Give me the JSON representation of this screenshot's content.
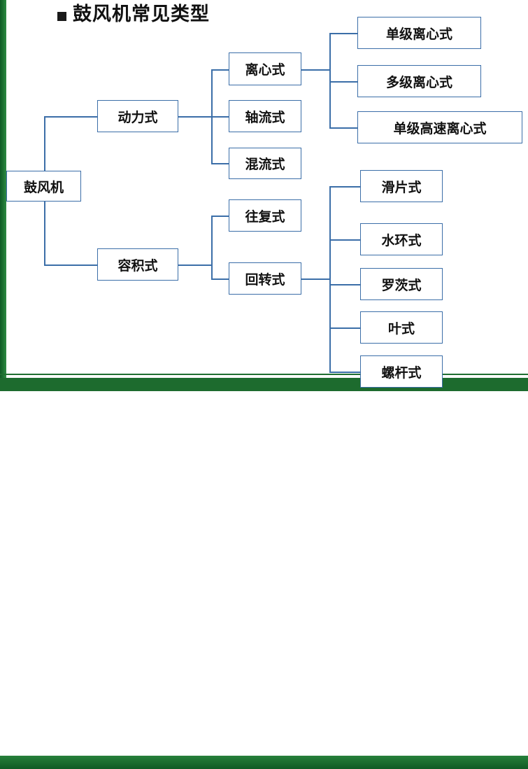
{
  "slide": {
    "title": "鼓风机常见类型",
    "bullet_icon": "square-bullet-icon",
    "accent_color": "#1d6b2e",
    "node_border_color": "#3b6ea8",
    "background_color": "#ffffff"
  },
  "diagram": {
    "type": "tree",
    "root": {
      "label": "鼓风机"
    },
    "level1": [
      {
        "label": "动力式"
      },
      {
        "label": "容积式"
      }
    ],
    "level2": [
      {
        "label": "离心式"
      },
      {
        "label": "轴流式"
      },
      {
        "label": "混流式"
      },
      {
        "label": "往复式"
      },
      {
        "label": "回转式"
      }
    ],
    "level3": [
      {
        "label": "单级离心式"
      },
      {
        "label": "多级离心式"
      },
      {
        "label": "单级高速离心式"
      },
      {
        "label": "滑片式"
      },
      {
        "label": "水环式"
      },
      {
        "label": "罗茨式"
      },
      {
        "label": "叶式"
      },
      {
        "label": "螺杆式"
      }
    ]
  }
}
